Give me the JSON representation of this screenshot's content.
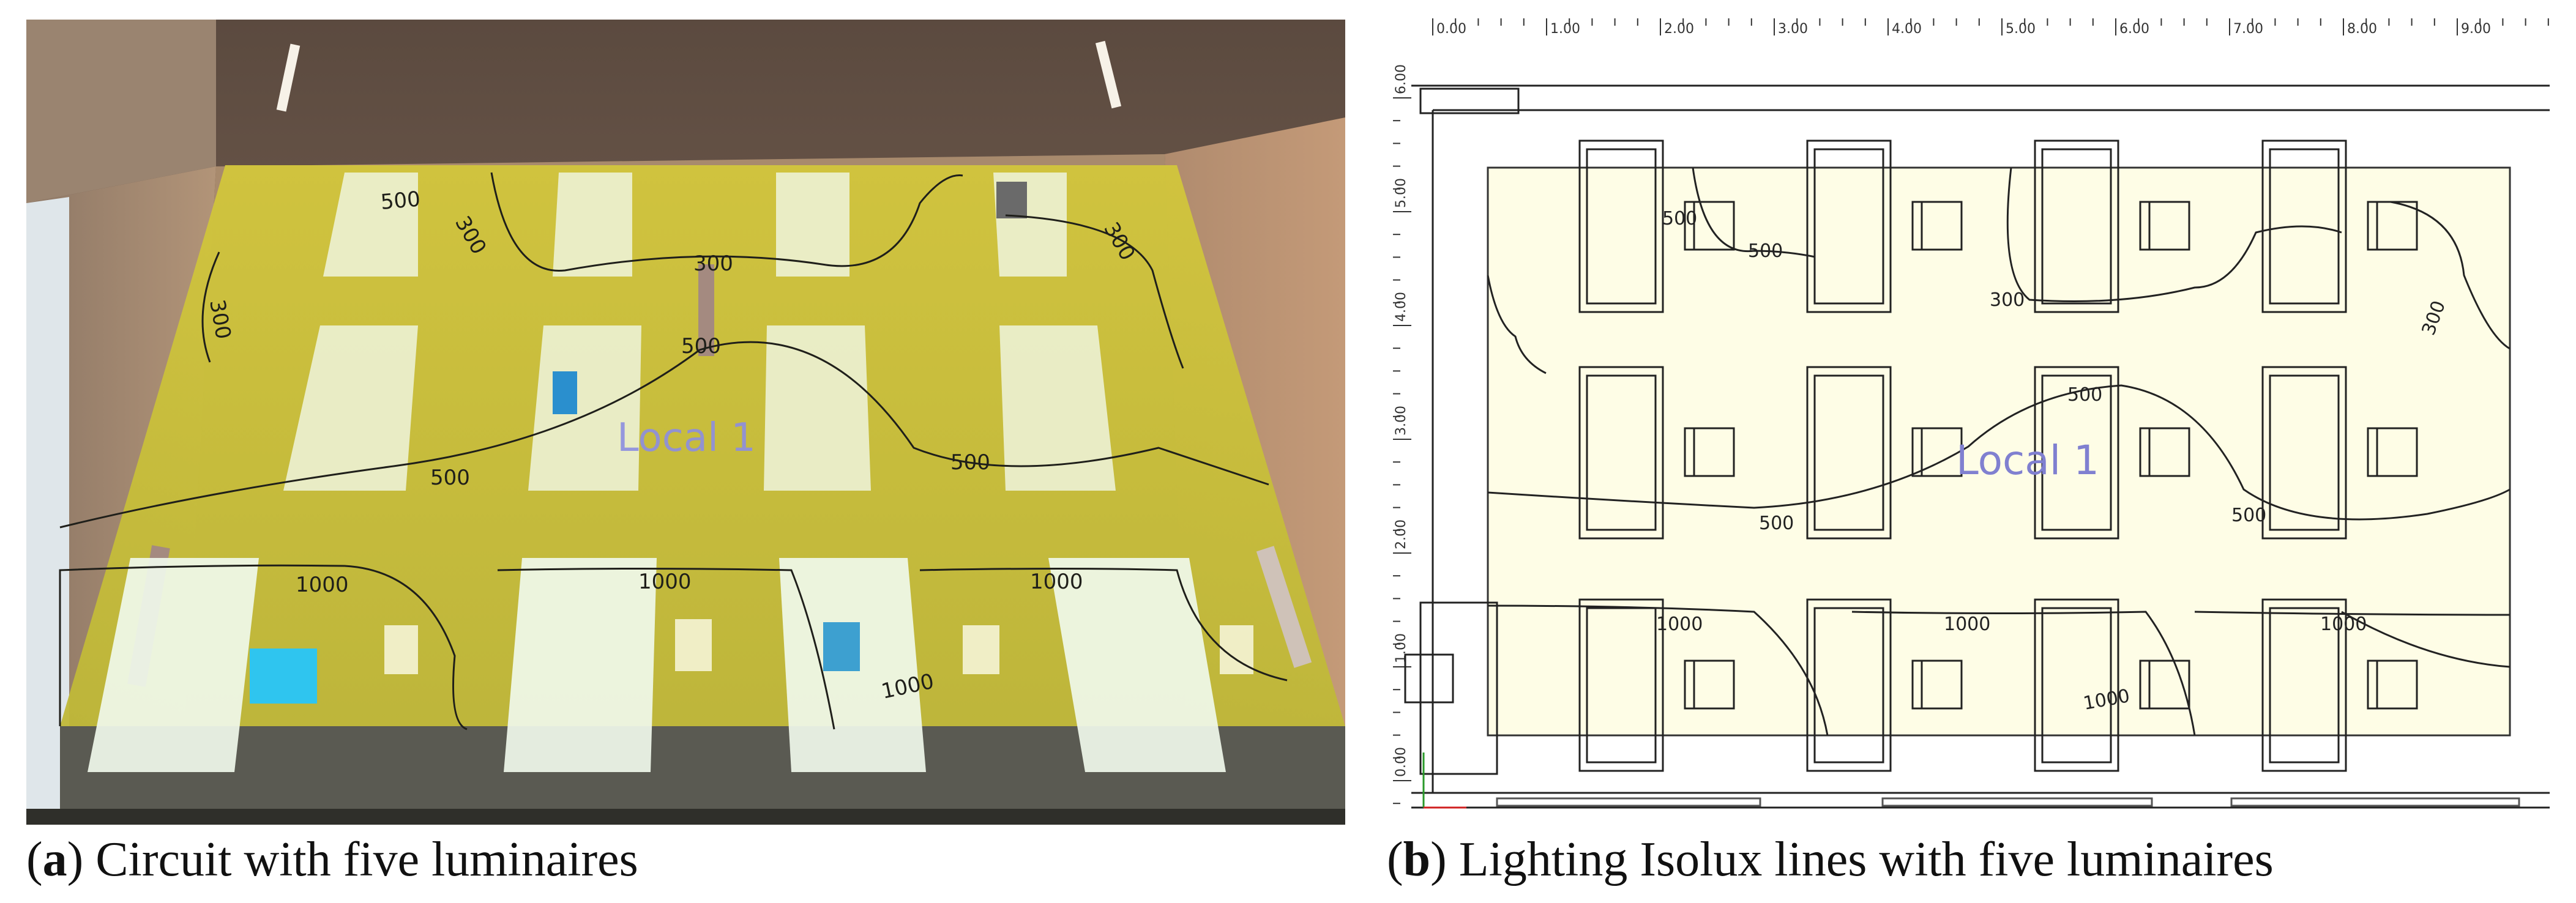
{
  "panel_a": {
    "room_label": "Local 1",
    "contours": [
      {
        "label": "500"
      },
      {
        "label": "300"
      },
      {
        "label": "300"
      },
      {
        "label": "300"
      },
      {
        "label": "300"
      },
      {
        "label": "500"
      },
      {
        "label": "500"
      },
      {
        "label": "500"
      },
      {
        "label": "1000"
      },
      {
        "label": "1000"
      },
      {
        "label": "1000"
      },
      {
        "label": "1000"
      }
    ],
    "caption": {
      "letter": "a",
      "text": ") Circuit with five luminaires"
    },
    "colors": {
      "floor": "#c9c23c",
      "wall": "#a5876b",
      "ceiling": "#6e5a4a",
      "desk": "#eef5dd"
    }
  },
  "panel_b": {
    "room_label": "Local 1",
    "ruler_top": [
      "0.00",
      "1.00",
      "2.00",
      "3.00",
      "4.00",
      "5.00",
      "6.00",
      "7.00",
      "8.00",
      "9.00"
    ],
    "ruler_left": [
      "6.00",
      "5.00",
      "4.00",
      "3.00",
      "2.00",
      "1.00",
      "0.00"
    ],
    "contours": [
      {
        "label": "500"
      },
      {
        "label": "500"
      },
      {
        "label": "300"
      },
      {
        "label": "300"
      },
      {
        "label": "500"
      },
      {
        "label": "500"
      },
      {
        "label": "500"
      },
      {
        "label": "1000"
      },
      {
        "label": "1000"
      },
      {
        "label": "1000"
      },
      {
        "label": "1000"
      }
    ],
    "caption": {
      "letter": "b",
      "text": ") Lighting Isolux lines with five luminaires"
    },
    "colors": {
      "floor": "#fefde6",
      "line": "#222222",
      "label": "#8080d0"
    }
  }
}
